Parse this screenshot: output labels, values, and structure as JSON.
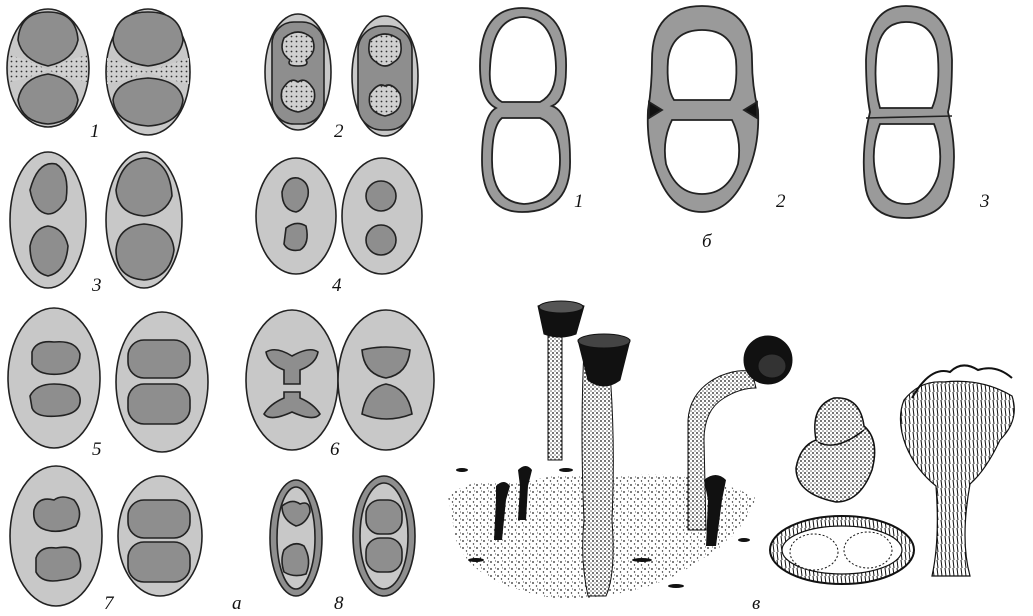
{
  "figure": {
    "panel_a": {
      "letter": "а",
      "spore_labels": [
        "1",
        "2",
        "3",
        "4",
        "5",
        "6",
        "7",
        "8"
      ]
    },
    "panel_b": {
      "letter": "б",
      "spore_labels": [
        "1",
        "2",
        "3"
      ]
    },
    "panel_v": {
      "letter": "в"
    },
    "colors": {
      "spore_wall": "#c8c8c8",
      "spore_content": "#8e8e8e",
      "outline": "#222222",
      "thick_wall": "#9a9a9a",
      "ink": "#111111"
    }
  }
}
